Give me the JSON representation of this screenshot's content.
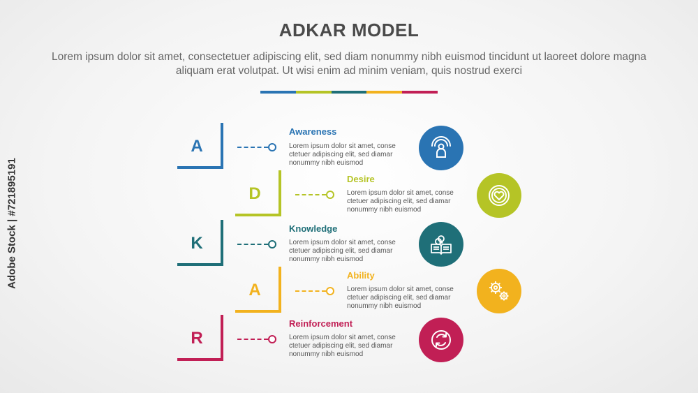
{
  "title": "ADKAR MODEL",
  "subtitle": "Lorem ipsum dolor sit amet, consectetuer adipiscing elit, sed diam nonummy nibh euismod tincidunt ut laoreet dolore magna aliquam erat volutpat. Ut wisi enim ad minim veniam, quis nostrud exerci",
  "colors": [
    "#2a74b3",
    "#b5c426",
    "#1f6f78",
    "#f2b21e",
    "#c11f55"
  ],
  "stages": [
    {
      "letter": "A",
      "heading": "Awareness",
      "desc": "Lorem ipsum dolor sit amet, conse ctetuer adipiscing elit, sed diamar nonummy nibh euismod",
      "color": "#2a74b3",
      "icon": "person-broadcast-icon"
    },
    {
      "letter": "D",
      "heading": "Desire",
      "desc": "Lorem ipsum dolor sit amet, conse ctetuer adipiscing elit, sed diamar nonummy nibh euismod",
      "color": "#b5c426",
      "icon": "heart-icon"
    },
    {
      "letter": "K",
      "heading": "Knowledge",
      "desc": "Lorem ipsum dolor sit amet, conse ctetuer adipiscing elit, sed diamar nonummy nibh euismod",
      "color": "#1f6f78",
      "icon": "book-lightbulb-icon"
    },
    {
      "letter": "A",
      "heading": "Ability",
      "desc": "Lorem ipsum dolor sit amet, conse ctetuer adipiscing elit, sed diamar nonummy nibh euismod",
      "color": "#f2b21e",
      "icon": "gears-icon"
    },
    {
      "letter": "R",
      "heading": "Reinforcement",
      "desc": "Lorem ipsum dolor sit amet, conse ctetuer adipiscing elit, sed diamar nonummy nibh euismod",
      "color": "#c11f55",
      "icon": "refresh-cycle-icon"
    }
  ],
  "stock_label": "Adobe Stock | #721895191"
}
